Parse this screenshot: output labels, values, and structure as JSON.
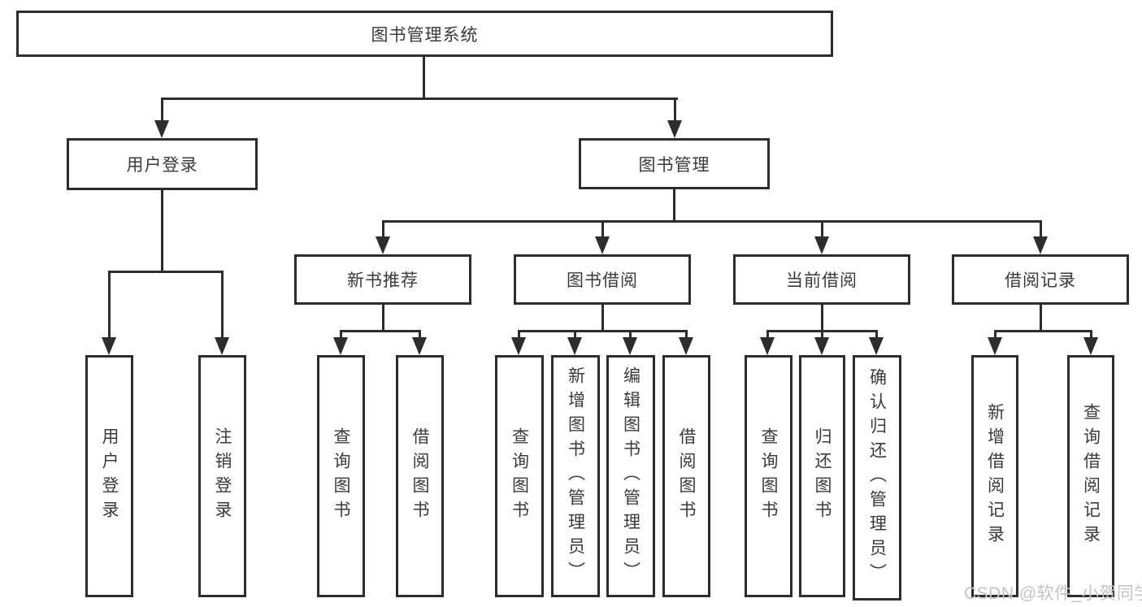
{
  "diagram": {
    "root": {
      "label": "图书管理系统"
    },
    "branches": [
      {
        "label": "用户登录",
        "children": [
          {
            "label": "用户登录"
          },
          {
            "label": "注销登录"
          }
        ]
      },
      {
        "label": "图书管理",
        "children": [
          {
            "label": "新书推荐",
            "children": [
              {
                "label": "查询图书"
              },
              {
                "label": "借阅图书"
              }
            ]
          },
          {
            "label": "图书借阅",
            "children": [
              {
                "label": "查询图书"
              },
              {
                "label": "新增图书（管理员）"
              },
              {
                "label": "编辑图书（管理员）"
              },
              {
                "label": "借阅图书"
              }
            ]
          },
          {
            "label": "当前借阅",
            "children": [
              {
                "label": "查询图书"
              },
              {
                "label": "归还图书"
              },
              {
                "label": "确认归还（管理员）"
              }
            ]
          },
          {
            "label": "借阅记录",
            "children": [
              {
                "label": "新增借阅记录"
              },
              {
                "label": "查询借阅记录"
              }
            ]
          }
        ]
      }
    ]
  },
  "watermark": {
    "text": "CSDN @软件_小贺同学"
  },
  "colors": {
    "line": "#2d2d2d",
    "text": "#3a3a3a",
    "watermark": "#c3c3c3",
    "background": "#ffffff"
  }
}
